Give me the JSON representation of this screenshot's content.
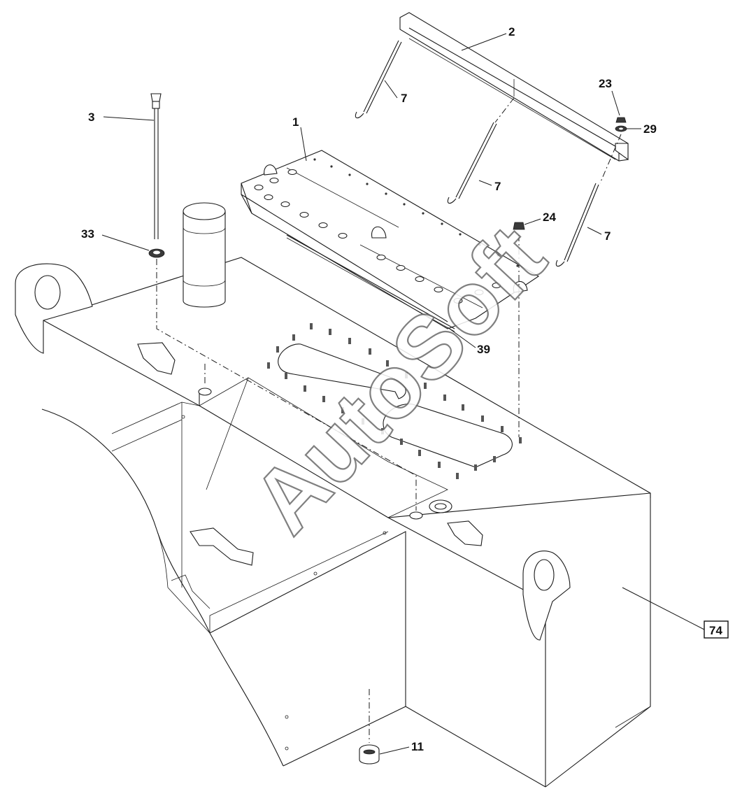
{
  "diagram": {
    "callouts": [
      {
        "id": "c1",
        "label": "1"
      },
      {
        "id": "c2",
        "label": "2"
      },
      {
        "id": "c3",
        "label": "3"
      },
      {
        "id": "c7a",
        "label": "7"
      },
      {
        "id": "c7b",
        "label": "7"
      },
      {
        "id": "c7c",
        "label": "7"
      },
      {
        "id": "c11",
        "label": "11"
      },
      {
        "id": "c23",
        "label": "23"
      },
      {
        "id": "c24",
        "label": "24"
      },
      {
        "id": "c29",
        "label": "29"
      },
      {
        "id": "c33",
        "label": "33"
      },
      {
        "id": "c39",
        "label": "39"
      },
      {
        "id": "c74",
        "label": "74",
        "boxed": true
      }
    ],
    "watermark": "AutoSoft",
    "line_color": "#1a1a1a",
    "background": "#ffffff"
  }
}
